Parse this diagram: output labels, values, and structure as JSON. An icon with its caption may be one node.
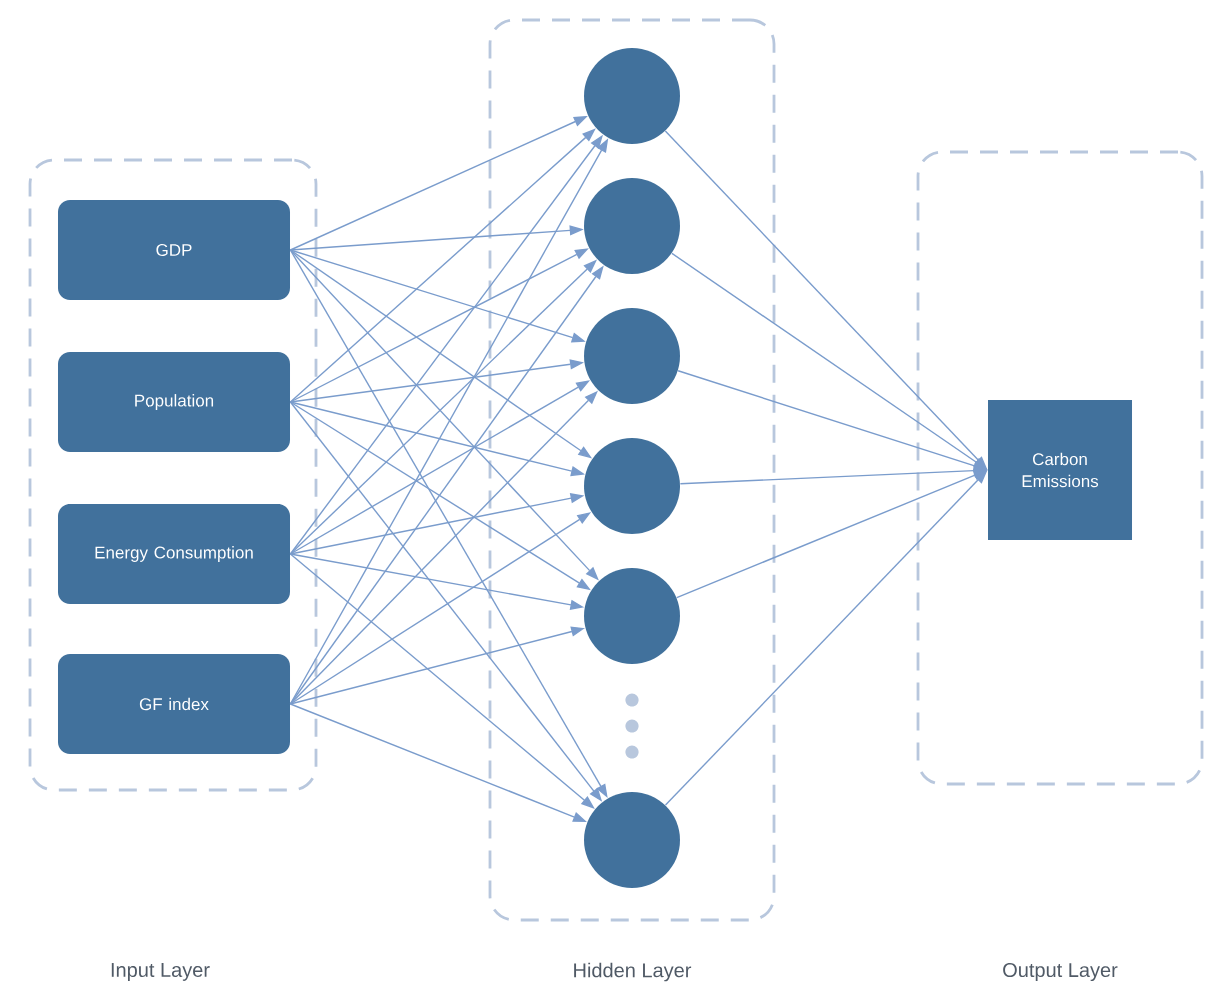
{
  "diagram": {
    "nodes": [
      {
        "text": [],
        "shape": "box"
      },
      {
        "text": [
          "GDP"
        ],
        "in": 0
      },
      {
        "text": [
          "Population"
        ],
        "in": 0
      },
      {
        "text": [
          "Energy Consumption"
        ],
        "in": 0
      },
      {
        "text": [
          "GF index"
        ],
        "in": 0
      },
      {
        "text": [],
        "shape": "box"
      },
      {
        "text": [],
        "shape": "circle",
        "in": 5
      },
      {
        "text": [],
        "shape": "circle",
        "in": 5
      },
      {
        "text": [],
        "shape": "circle",
        "in": 5
      },
      {
        "text": [],
        "shape": "circle",
        "in": 5
      },
      {
        "text": [],
        "shape": "circle",
        "in": 5
      },
      {
        "text": [],
        "shape": "circle",
        "in": 5
      },
      {
        "text": [],
        "shape": "box"
      },
      {
        "text": [
          "Carbon Emissions"
        ],
        "in": 12
      }
    ],
    "edges": [
      {
        "from": 1,
        "to": 6,
        "arrow": "to"
      },
      {
        "from": 1,
        "to": 7,
        "arrow": "to"
      },
      {
        "from": 1,
        "to": 8,
        "arrow": "to"
      },
      {
        "from": 1,
        "to": 9,
        "arrow": "to"
      },
      {
        "from": 1,
        "to": 10,
        "arrow": "to"
      },
      {
        "from": 1,
        "to": 11,
        "arrow": "to"
      },
      {
        "from": 2,
        "to": 6,
        "arrow": "to"
      },
      {
        "from": 2,
        "to": 7,
        "arrow": "to"
      },
      {
        "from": 2,
        "to": 8,
        "arrow": "to"
      },
      {
        "from": 2,
        "to": 9,
        "arrow": "to"
      },
      {
        "from": 2,
        "to": 10,
        "arrow": "to"
      },
      {
        "from": 2,
        "to": 11,
        "arrow": "to"
      },
      {
        "from": 3,
        "to": 6,
        "arrow": "to"
      },
      {
        "from": 3,
        "to": 7,
        "arrow": "to"
      },
      {
        "from": 3,
        "to": 8,
        "arrow": "to"
      },
      {
        "from": 3,
        "to": 9,
        "arrow": "to"
      },
      {
        "from": 3,
        "to": 10,
        "arrow": "to"
      },
      {
        "from": 3,
        "to": 11,
        "arrow": "to"
      },
      {
        "from": 4,
        "to": 6,
        "arrow": "to"
      },
      {
        "from": 4,
        "to": 7,
        "arrow": "to"
      },
      {
        "from": 4,
        "to": 8,
        "arrow": "to"
      },
      {
        "from": 4,
        "to": 9,
        "arrow": "to"
      },
      {
        "from": 4,
        "to": 10,
        "arrow": "to"
      },
      {
        "from": 4,
        "to": 11,
        "arrow": "to"
      },
      {
        "from": 6,
        "to": 13,
        "arrow": "to"
      },
      {
        "from": 7,
        "to": 13,
        "arrow": "to"
      },
      {
        "from": 8,
        "to": 13,
        "arrow": "to"
      },
      {
        "from": 9,
        "to": 13,
        "arrow": "to"
      },
      {
        "from": 10,
        "to": 13,
        "arrow": "to"
      },
      {
        "from": 11,
        "to": 13,
        "arrow": "to"
      }
    ],
    "labels": [
      "Input Layer",
      "Hidden Layer",
      "Output Layer"
    ]
  }
}
